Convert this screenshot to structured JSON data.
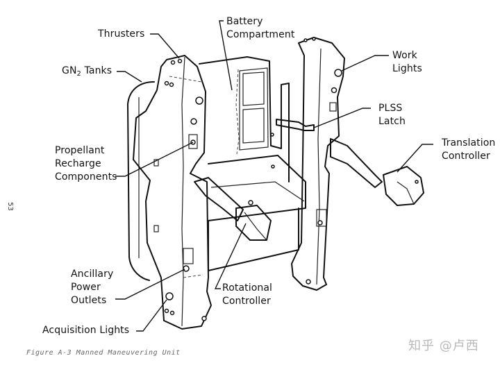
{
  "figure": {
    "caption": "Figure A-3 Manned Maneuvering Unit",
    "page_number": "53",
    "watermark": "知乎 @卢西"
  },
  "labels": {
    "thrusters": "Thrusters",
    "battery_line1": "Battery",
    "battery_line2": "Compartment",
    "gn2_main": "GN",
    "gn2_sub": "2",
    "gn2_rest": " Tanks",
    "work_line1": "Work",
    "work_line2": "Lights",
    "plss_line1": "PLSS",
    "plss_line2": "Latch",
    "translation_line1": "Translation",
    "translation_line2": "Controller",
    "propellant_line1": "Propellant",
    "propellant_line2": "Recharge",
    "propellant_line3": "Components",
    "ancillary_line1": "Ancillary",
    "ancillary_line2": "Power",
    "ancillary_line3": "Outlets",
    "rotational_line1": "Rotational",
    "rotational_line2": "Controller",
    "acquisition": "Acquisition Lights"
  }
}
